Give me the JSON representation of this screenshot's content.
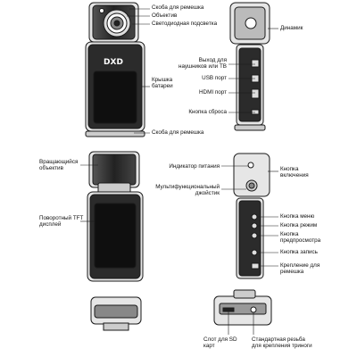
{
  "labels": {
    "strap_mount_top": "Скоба для ремешка",
    "lens": "Объектив",
    "led_light": "Светодиодная подсветка",
    "battery_cover": "Крышка\nбатареи",
    "strap_mount_bottom": "Скоба для ремешка",
    "speaker": "Динамик",
    "headphone_tv_out": "Выход для\nнаушников или ТВ",
    "usb_port": "USB порт",
    "hdmi_port": "HDMI порт",
    "reset_button": "Кнопка сброса",
    "rotating_lens": "Вращающийся\nобъектив",
    "rotating_display": "Поворотный TFT\nдисплей",
    "power_indicator": "Индикатор питания",
    "multi_joystick": "Мультифункциональный\nджойстик",
    "power_button": "Кнопка\nвключения",
    "menu_button": "Кнопка меню",
    "mode_button": "Кнопка режим",
    "preview_button": "Кнопка\nпредпросмотра",
    "record_button": "Кнопка запись",
    "strap_mount_side": "Крепление для\nремешка",
    "sd_slot": "Слот для SD\nкарт",
    "tripod_thread": "Стандартная резьба\nдля крепления триноги"
  },
  "logo_text": "DXD",
  "colors": {
    "line": "#1a1a1a",
    "body": "#2b2b2b",
    "panel": "#0f0f0f",
    "face": "#d9d9d9"
  }
}
